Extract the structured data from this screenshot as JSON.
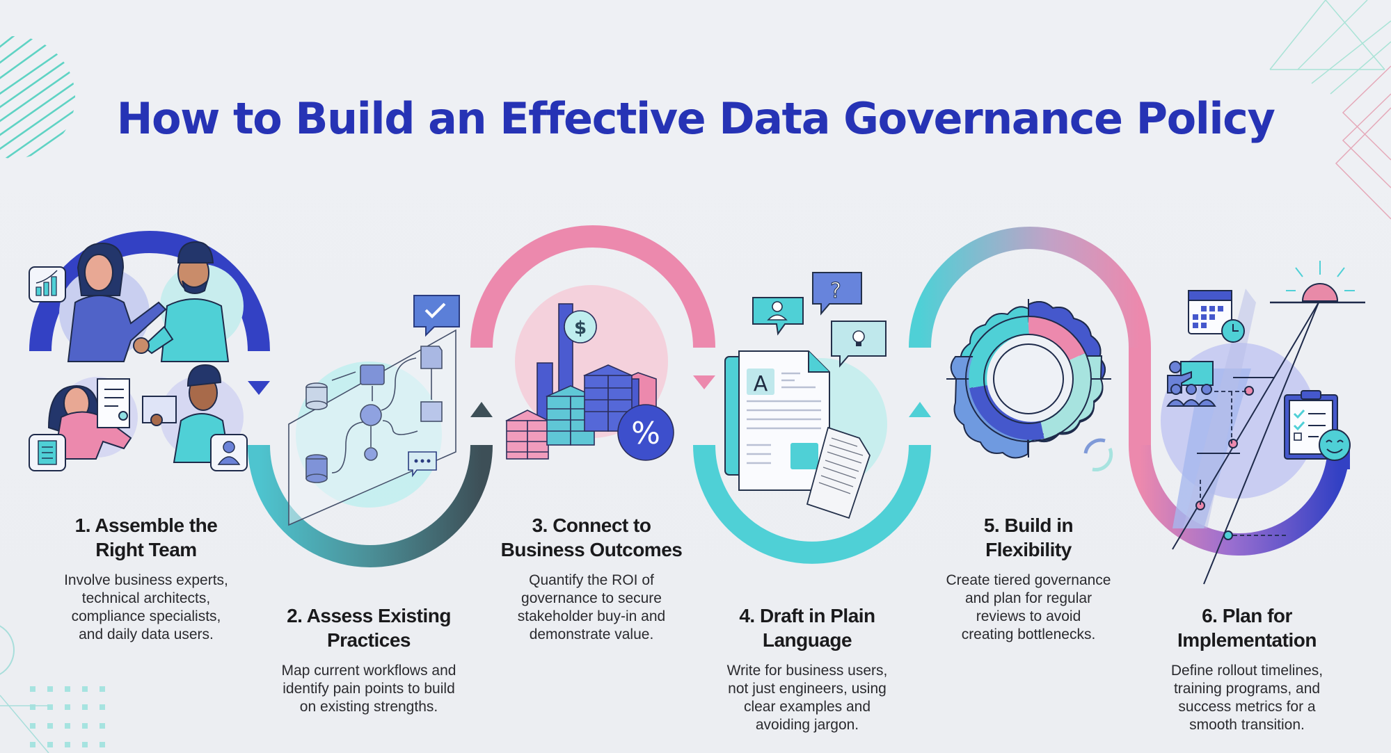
{
  "title": "How to Build an Effective Data Governance Policy",
  "colors": {
    "title": "#2633b5",
    "blue": "#3341c4",
    "pink": "#ec89ad",
    "teal": "#4fd0d6",
    "slate": "#3d4f57",
    "purple": "#9b6fd0"
  },
  "steps": [
    {
      "number": "1",
      "title_line1": "1. Assemble the",
      "title_line2": "Right Team",
      "body": [
        "Involve business experts,",
        "technical architects,",
        "compliance specialists,",
        "and daily data users."
      ],
      "illustration": "team-collaboration",
      "icons": [
        "growth-chart-icon",
        "handshake-icon",
        "document-scroll-icon",
        "user-profile-icon"
      ]
    },
    {
      "number": "2",
      "title_line1": "2. Assess Existing",
      "title_line2": "Practices",
      "body": [
        "Map current workflows and",
        "identify pain points to build",
        "on existing strengths."
      ],
      "illustration": "workflow-map",
      "icons": [
        "checkmark-bubble-icon",
        "database-icon",
        "folder-icon",
        "chat-bubble-icon"
      ]
    },
    {
      "number": "3",
      "title_line1": "3. Connect to",
      "title_line2": "Business Outcomes",
      "body": [
        "Quantify the ROI of",
        "governance to secure",
        "stakeholder buy-in and",
        "demonstrate value."
      ],
      "illustration": "roi-charts",
      "icons": [
        "dollar-coin-icon",
        "percent-badge-icon",
        "bar-chart-icon",
        "stacked-blocks-icon"
      ]
    },
    {
      "number": "4",
      "title_line1": "4. Draft in Plain",
      "title_line2": "Language",
      "body": [
        "Write for business users,",
        "not just engineers, using",
        "clear examples and",
        "avoiding jargon."
      ],
      "illustration": "plain-language-document",
      "icons": [
        "user-bubble-icon",
        "question-bubble-icon",
        "lightbulb-bubble-icon",
        "document-icon",
        "translate-icon"
      ],
      "doc_letter": "A",
      "question_mark": "?"
    },
    {
      "number": "5",
      "title_line1": "5. Build in",
      "title_line2": "Flexibility",
      "body": [
        "Create tiered governance",
        "and plan for regular",
        "reviews to avoid",
        "creating bottlenecks."
      ],
      "illustration": "flexible-gear-rings",
      "icons": [
        "tiered-gear-icon",
        "refresh-cycle-icon"
      ]
    },
    {
      "number": "6",
      "title_line1": "6. Plan for",
      "title_line2": "Implementation",
      "body": [
        "Define rollout timelines,",
        "training programs, and",
        "success metrics for a",
        "smooth transition."
      ],
      "illustration": "implementation-roadmap",
      "icons": [
        "calendar-clock-icon",
        "training-presenter-icon",
        "checklist-icon",
        "smiley-icon",
        "sunrise-icon"
      ]
    }
  ]
}
